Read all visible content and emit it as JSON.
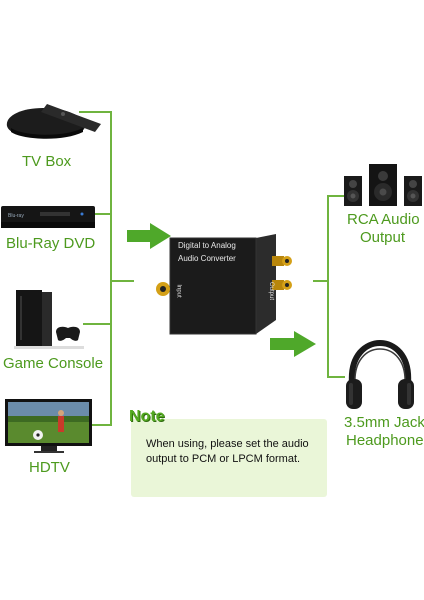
{
  "sources": [
    {
      "label": "TV Box",
      "icon": "tv-box-icon"
    },
    {
      "label": "Blu-Ray DVD",
      "icon": "bluray-player-icon"
    },
    {
      "label": "Game Console",
      "icon": "game-console-icon"
    },
    {
      "label": "HDTV",
      "icon": "hdtv-icon"
    }
  ],
  "outputs": [
    {
      "label_line1": "RCA Audio",
      "label_line2": "Output",
      "icon": "speakers-icon"
    },
    {
      "label_line1": "3.5mm Jack",
      "label_line2": "Headphone",
      "icon": "headphones-icon"
    }
  ],
  "converter": {
    "title_line1": "Digital  to Analog",
    "title_line2": "Audio Converter",
    "input_port": "Input",
    "output_port": "Output",
    "icon": "audio-converter-icon"
  },
  "note": {
    "title": "Note",
    "line1": "When using, please set the audio",
    "line2": "output to PCM or LPCM format."
  },
  "colors": {
    "line": "#6fb43f",
    "label": "#4d9a1e",
    "arrow": "#4fa82a",
    "note_bg": "#eaf6d8"
  }
}
